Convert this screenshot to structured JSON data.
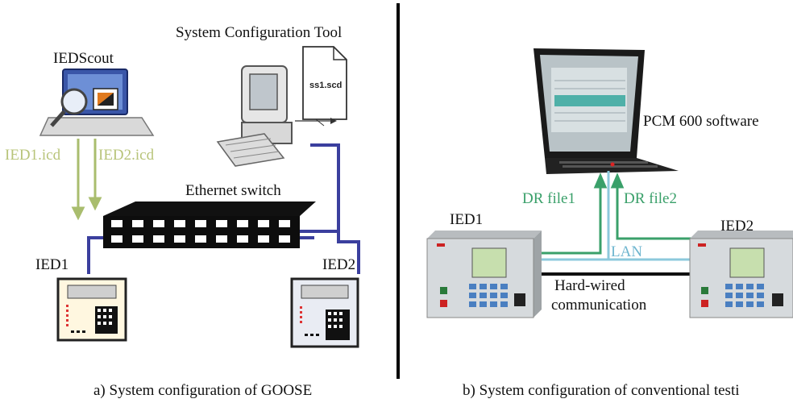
{
  "left": {
    "tool_label": "System Configuration Tool",
    "scout_label": "IEDScout",
    "file_label": "ss1.scd",
    "icd1_label": "IED1.icd",
    "icd2_label": "IED2.icd",
    "switch_label": "Ethernet switch",
    "ied1_label": "IED1",
    "ied2_label": "IED2",
    "caption": "a) System configuration of GOOSE"
  },
  "right": {
    "software_label": "PCM 600 software",
    "ied1_label": "IED1",
    "ied2_label": "IED2",
    "dr1_label": "DR file1",
    "dr2_label": "DR file2",
    "lan_label": "LAN",
    "hardwired_line1": "Hard-wired",
    "hardwired_line2": "communication",
    "caption": "b) System configuration of conventional testi"
  },
  "colors": {
    "blue_link": "#3b3f9e",
    "green_arrow_left": "#a9bd6e",
    "green_arrow_right": "#3aa06a",
    "lan_link": "#8cc9dc",
    "hardwire": "#111111"
  }
}
